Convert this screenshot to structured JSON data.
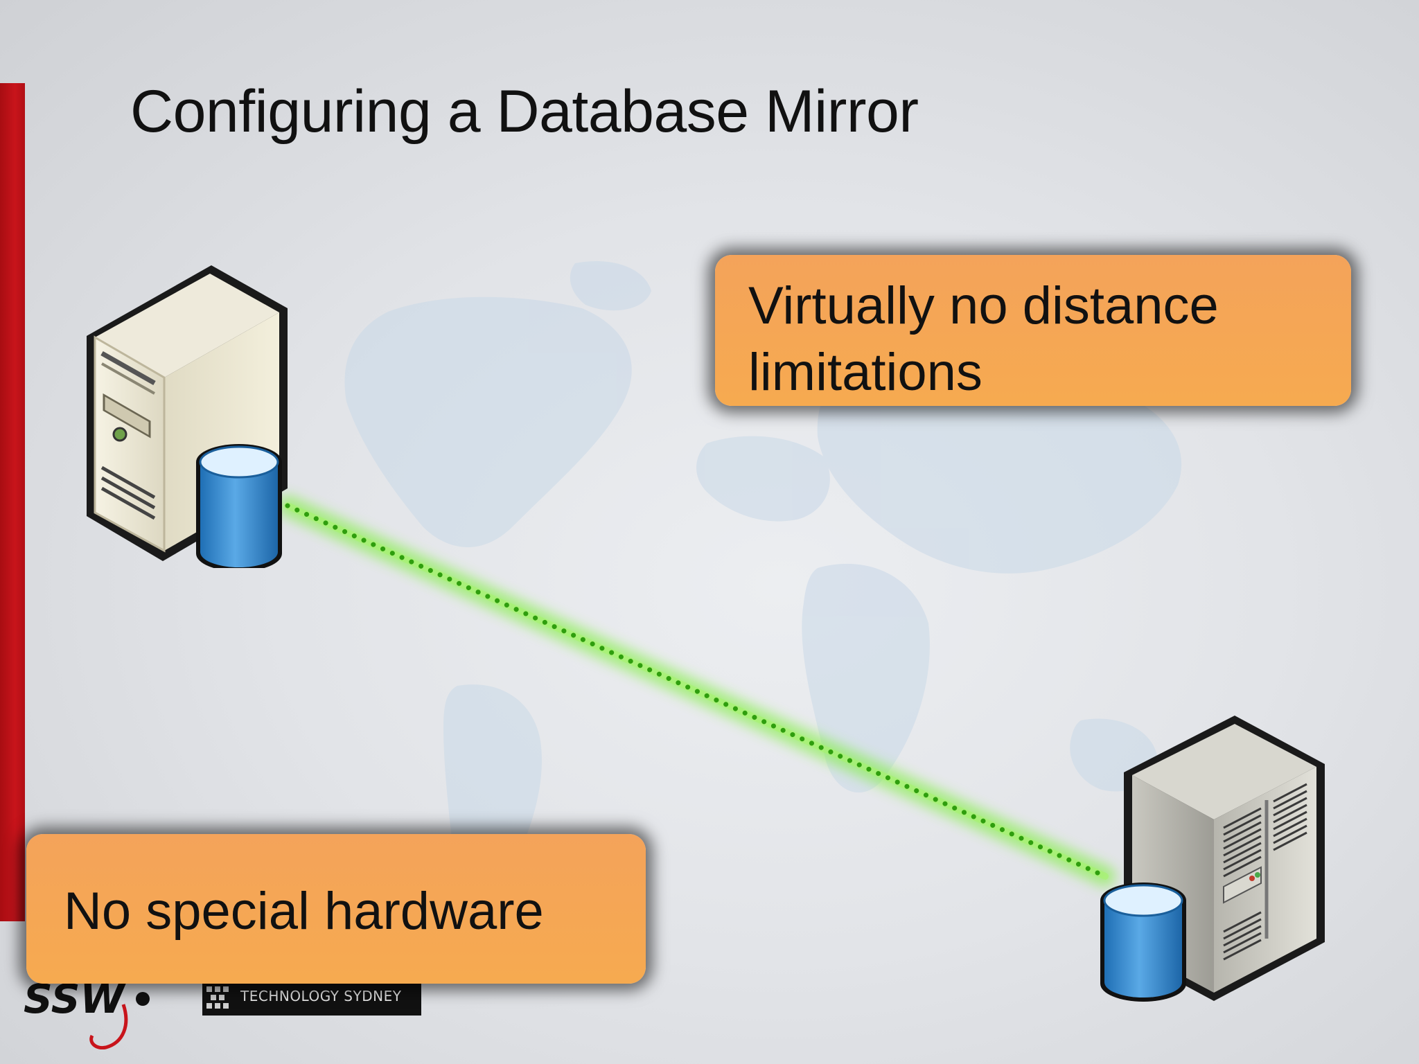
{
  "slide": {
    "title": "Configuring a Database Mirror"
  },
  "callouts": {
    "top": [
      "Virtually no distance",
      "limitations"
    ],
    "bottom": "No special hardware"
  },
  "logos": {
    "ssw": "SSW",
    "uts": "TECHNOLOGY SYDNEY"
  },
  "colors": {
    "accent_bar": "#c8141b",
    "callout_fill": "#f5a854",
    "link_green": "#4fd21a",
    "database_blue": "#3f8fd0"
  },
  "icons": {
    "principal_server": "tower-server-icon",
    "mirror_server": "rack-server-icon",
    "database": "database-cylinder-icon",
    "background": "world-map"
  }
}
